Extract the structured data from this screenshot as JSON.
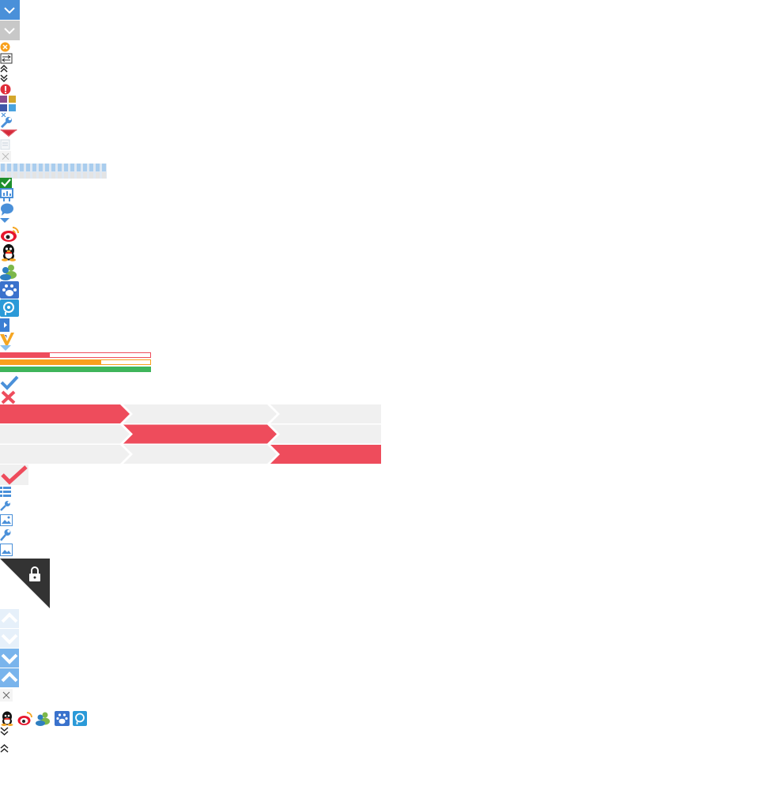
{
  "colors": {
    "blue": "#4a90d9",
    "light_blue": "#a9cdee",
    "gray": "#cfcfcf",
    "red": "#ee4c5c",
    "orange": "#f8a01c",
    "green": "#3fb55b",
    "dark": "#333333",
    "light_gray": "#f0f0f0"
  },
  "icons": [
    "chevron-down-icon",
    "chevron-down-gray-icon",
    "close-circle-icon",
    "arrows-swap-icon",
    "double-chevron-up-icon",
    "double-chevron-down-icon",
    "warning-icon",
    "color-swatches-icon",
    "tool-icon",
    "triangle-down-icon",
    "document-icon",
    "close-icon",
    "presentation-icon",
    "speech-bubble-icon",
    "weibo-icon",
    "qq-icon",
    "msn-icon",
    "baidu-icon",
    "pengyou-icon",
    "play-icon",
    "v-icon",
    "check-icon",
    "cross-icon",
    "list-icon",
    "image-icon",
    "lock-icon",
    "up-arrow-icon",
    "down-arrow-icon"
  ],
  "progress": [
    {
      "name": "progress-red",
      "value": 0.33,
      "color": "#ee4c5c"
    },
    {
      "name": "progress-orange",
      "value": 0.67,
      "color": "#f8a01c"
    },
    {
      "name": "progress-green",
      "value": 1.0,
      "color": "#3fb55b"
    }
  ],
  "steps": {
    "count": 3,
    "active_rows": [
      1,
      2,
      3
    ]
  }
}
